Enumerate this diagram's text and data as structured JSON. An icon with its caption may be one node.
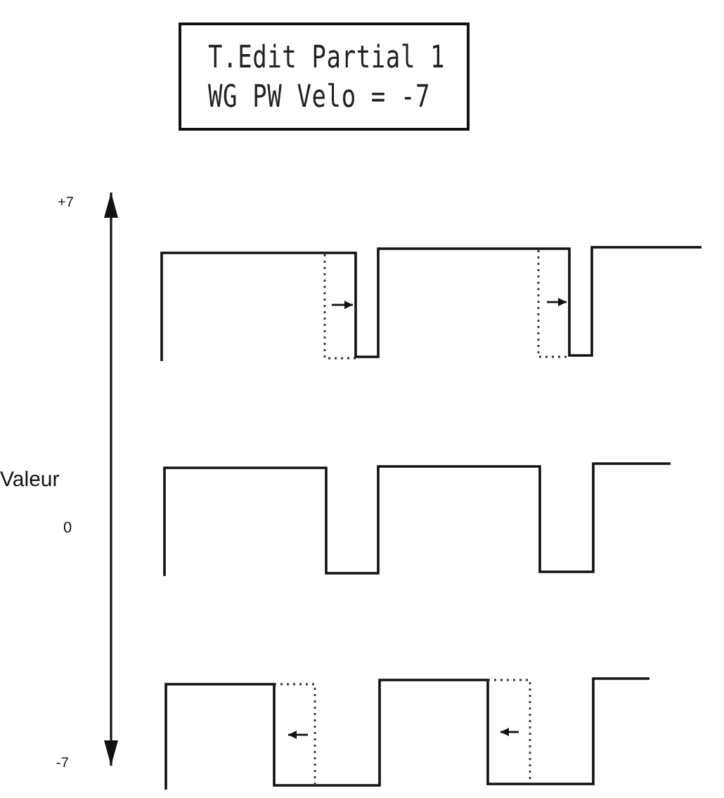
{
  "diagram": {
    "nodes": [
      {
        "text": [
          "T.Edit Partial 1",
          "WG PW Velo = -7"
        ]
      }
    ],
    "labels": [
      "+7",
      "Valeur",
      "0",
      "-7"
    ]
  }
}
